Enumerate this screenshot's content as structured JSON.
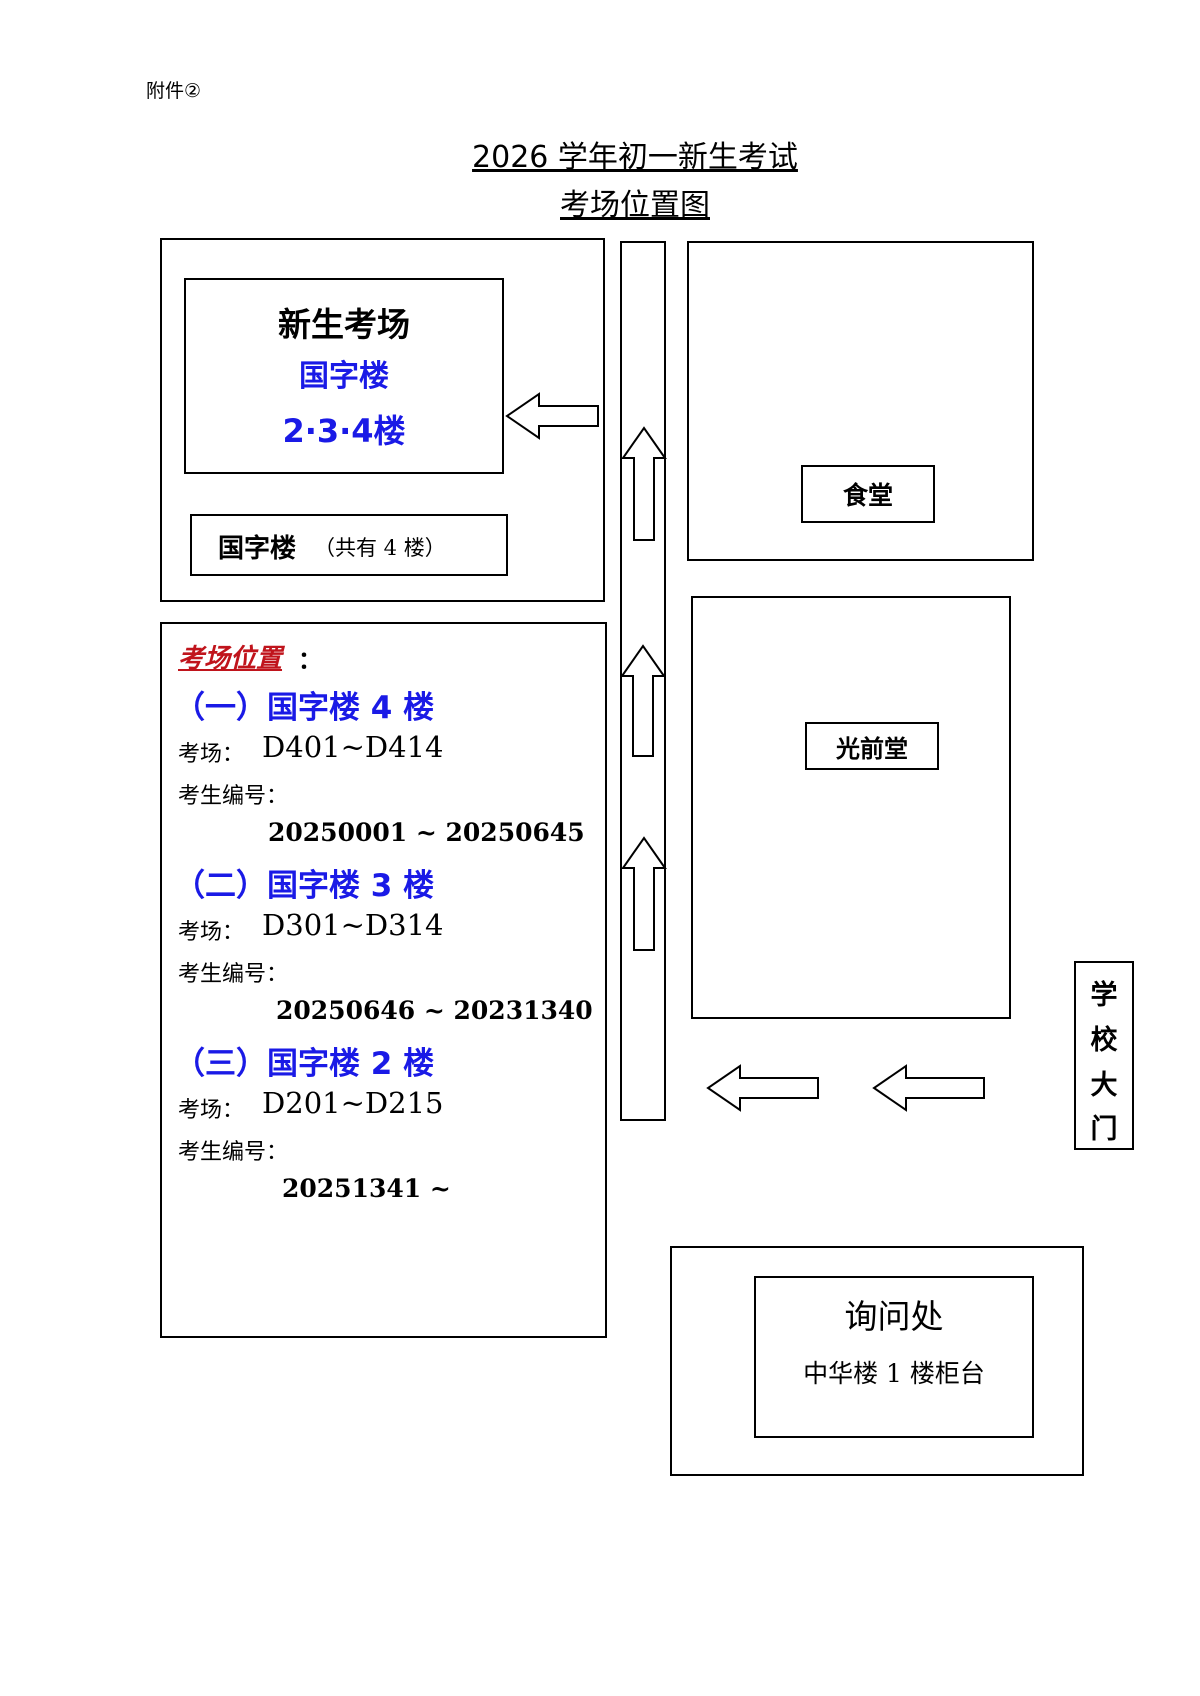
{
  "annex_label": "附件②",
  "title_line1": "2026 学年初一新生考试",
  "title_line2": "考场位置图",
  "exam_area": {
    "heading": "新生考场",
    "building": "国字楼",
    "floors": "2·3·4楼"
  },
  "building_label": {
    "name": "国字楼",
    "note": "（共有 4 楼）"
  },
  "canteen": "食堂",
  "hall": "光前堂",
  "school_gate": [
    "学",
    "校",
    "大",
    "门"
  ],
  "info_desk": {
    "title": "询问处",
    "location": "中华楼 1 楼柜台"
  },
  "locations": {
    "heading": "考场位置",
    "colon": "：",
    "sections": [
      {
        "title": "（一）国字楼 4 楼",
        "room_label": "考场：",
        "rooms": "D401~D414",
        "id_label": "考生编号：",
        "id_range": "20250001 ~ 20250645"
      },
      {
        "title": "（二）国字楼 3 楼",
        "room_label": "考场：",
        "rooms": "D301~D314",
        "id_label": "考生编号：",
        "id_range": "20250646 ~ 20231340"
      },
      {
        "title": "（三）国字楼 2 楼",
        "room_label": "考场：",
        "rooms": "D201~D215",
        "id_label": "考生编号：",
        "id_range": "20251341 ~"
      }
    ]
  },
  "colors": {
    "blue_text": "#1a1ae6",
    "red_text": "#c0141c",
    "line": "#000000"
  }
}
